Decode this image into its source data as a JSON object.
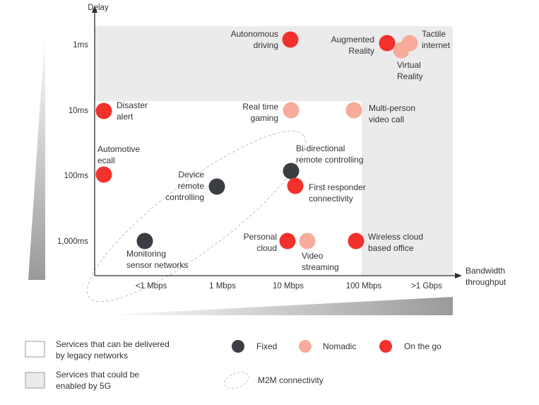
{
  "chart_data": {
    "type": "scatter",
    "xlabel": [
      "Bandwidth",
      "throughput"
    ],
    "ylabel": "Delay",
    "x_ticks": [
      "<1 Mbps",
      "1 Mbps",
      "10 Mbps",
      "100 Mbps",
      ">1 Gbps"
    ],
    "y_ticks": [
      "1ms",
      "10ms",
      "100ms",
      "1,000ms"
    ],
    "regions": {
      "legacy": {
        "label": [
          "Services that can be delivered",
          "by legacy networks"
        ],
        "color": "#ffffff"
      },
      "five_g": {
        "label": [
          "Services that could be",
          "enabled by 5G"
        ],
        "color": "#ebebeb"
      }
    },
    "categories": {
      "fixed": {
        "label": "Fixed",
        "color": "#3a3d42"
      },
      "nomadic": {
        "label": "Nomadic",
        "color": "#f6ab9b"
      },
      "on_the_go": {
        "label": "On the go",
        "color": "#f2302c"
      }
    },
    "m2m": {
      "label": "M2M connectivity"
    },
    "points": [
      {
        "name": [
          "Autonomous",
          "driving"
        ],
        "x": "10 Mbps",
        "y": "1ms",
        "category": "on_the_go"
      },
      {
        "name": [
          "Augmented",
          "Reality"
        ],
        "x": "100 Mbps",
        "y": "1ms",
        "category": "on_the_go"
      },
      {
        "name": [
          "Virtual",
          "Reality"
        ],
        "x": "100 Mbps",
        "y": "1ms",
        "category": "nomadic"
      },
      {
        "name": [
          "Tactile",
          "internet"
        ],
        "x": ">1 Gbps",
        "y": "1ms",
        "category": "nomadic"
      },
      {
        "name": [
          "Disaster",
          "alert"
        ],
        "x": "<1 Mbps",
        "y": "10ms",
        "category": "on_the_go"
      },
      {
        "name": [
          "Real time",
          "gaming"
        ],
        "x": "10 Mbps",
        "y": "10ms",
        "category": "nomadic"
      },
      {
        "name": [
          "Multi-person",
          "video call"
        ],
        "x": "100 Mbps",
        "y": "10ms",
        "category": "nomadic"
      },
      {
        "name": [
          "Automotive",
          "ecall"
        ],
        "x": "<1 Mbps",
        "y": "100ms",
        "category": "on_the_go"
      },
      {
        "name": [
          "Device",
          "remote",
          "controlling"
        ],
        "x": "1 Mbps",
        "y": "100ms",
        "category": "fixed"
      },
      {
        "name": [
          "Bi-directional",
          "remote controlling"
        ],
        "x": "10 Mbps",
        "y": "100ms",
        "category": "fixed"
      },
      {
        "name": [
          "First responder",
          "connectivity"
        ],
        "x": "10 Mbps",
        "y": "100ms",
        "category": "on_the_go"
      },
      {
        "name": [
          "Monitoring",
          "sensor networks"
        ],
        "x": "<1 Mbps",
        "y": "1,000ms",
        "category": "fixed"
      },
      {
        "name": [
          "Personal",
          "cloud"
        ],
        "x": "10 Mbps",
        "y": "1,000ms",
        "category": "on_the_go"
      },
      {
        "name": [
          "Video",
          "streaming"
        ],
        "x": "10 Mbps",
        "y": "1,000ms",
        "category": "nomadic"
      },
      {
        "name": [
          "Wireless cloud",
          "based office"
        ],
        "x": "100 Mbps",
        "y": "1,000ms",
        "category": "on_the_go"
      }
    ]
  }
}
